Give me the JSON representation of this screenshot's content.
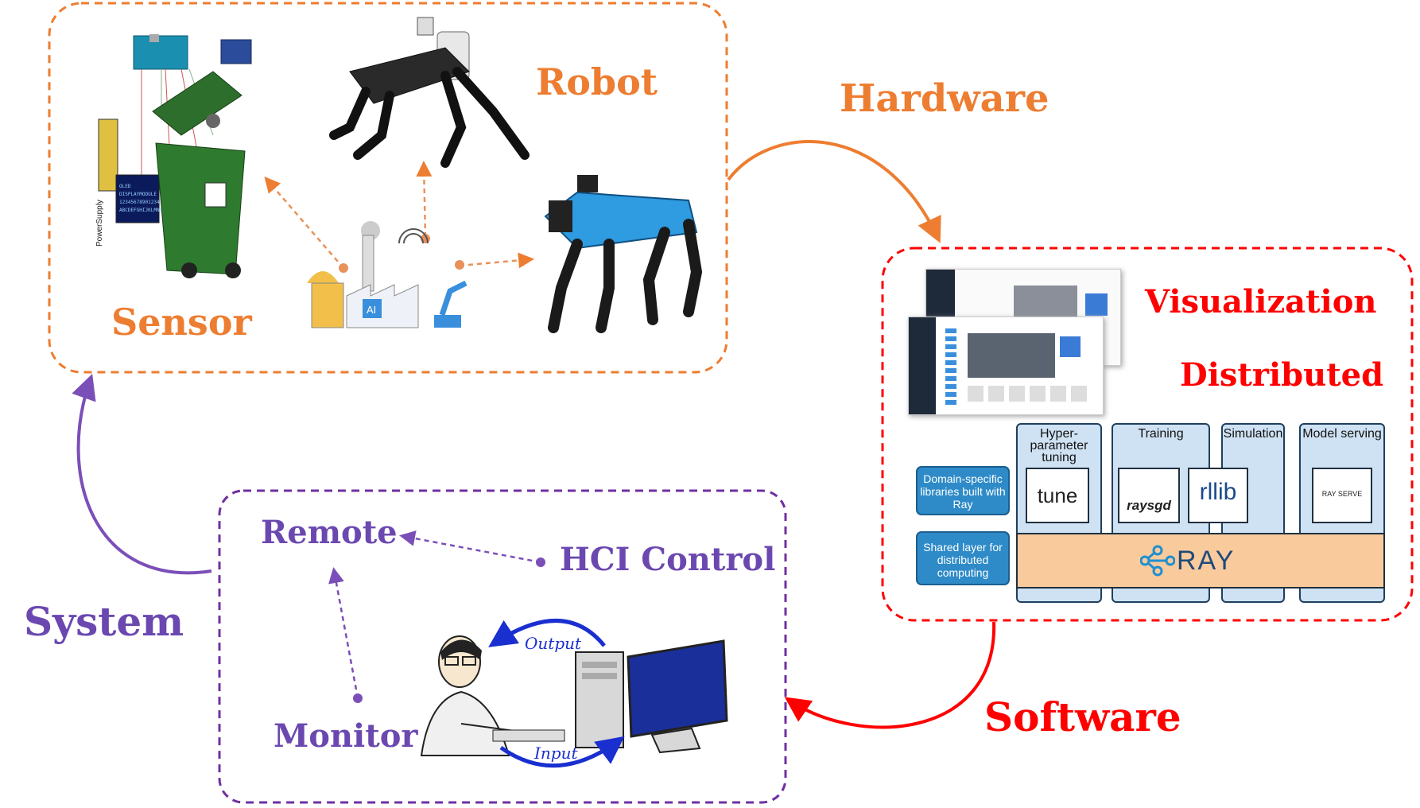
{
  "hardware": {
    "title": "Hardware",
    "robot_label": "Robot",
    "sensor_label": "Sensor",
    "display_text": [
      "OLED",
      "DISPLAYMODULE",
      "12345678901234",
      "ABCDEFGHIJKLMNOP"
    ],
    "power_supply_text": "PowerSupply",
    "ai_chip_text": "AI"
  },
  "software": {
    "title": "Software",
    "visualization_label": "Visualization",
    "distributed_label": "Distributed",
    "ray_stack": {
      "columns": [
        "Hyper-parameter tuning",
        "Training",
        "Simulation",
        "Model serving"
      ],
      "side_tags": [
        "Domain-specific libraries built with Ray",
        "Shared layer for distributed computing"
      ],
      "libraries": [
        "tune",
        "raysgd",
        "rllib",
        "RAY SERVE"
      ],
      "base_label": "RAY"
    }
  },
  "system": {
    "title": "System",
    "remote_label": "Remote",
    "hci_label": "HCI Control",
    "monitor_label": "Monitor",
    "output_text": "Output",
    "input_text": "Input"
  },
  "colors": {
    "hardware": "#ED7D31",
    "software": "#FF0000",
    "system": "#7030A0",
    "ray_col": "#cfe2f3",
    "ray_base": "#f9cb9c"
  }
}
